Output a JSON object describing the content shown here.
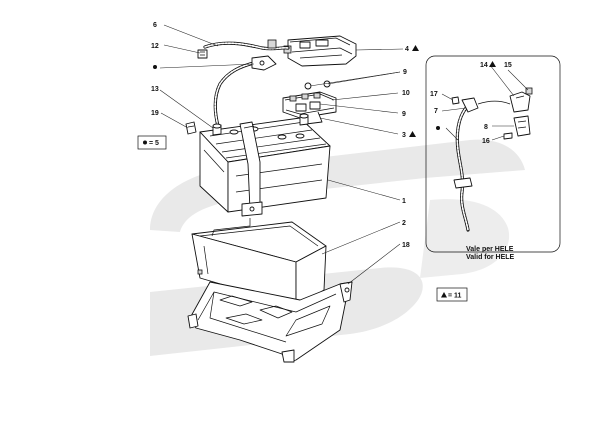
{
  "callouts": {
    "c6": "6",
    "c12": "12",
    "c13": "13",
    "c19": "19",
    "c4": "4",
    "c9a": "9",
    "c10": "10",
    "c9b": "9",
    "c3": "3",
    "c1": "1",
    "c2": "2",
    "c18": "18",
    "c14": "14",
    "c15": "15",
    "c17": "17",
    "c7": "7",
    "c8": "8",
    "c16": "16"
  },
  "legend": {
    "dot": "= 5",
    "triangle": "= 11"
  },
  "hele": {
    "line1": "Vale per HELE",
    "line2": "Valid for HELE"
  },
  "colors": {
    "watermark": "#e6e6e6",
    "line": "#111111"
  }
}
